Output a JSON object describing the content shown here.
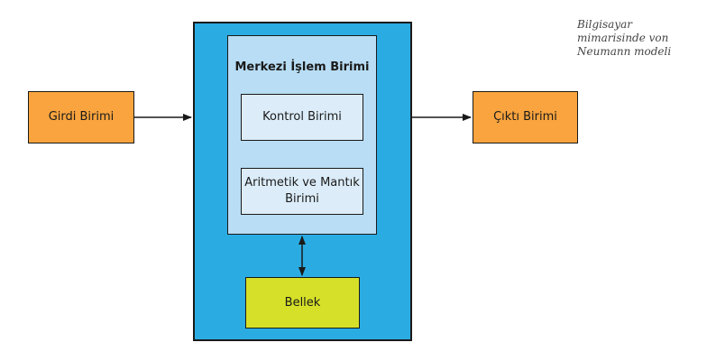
{
  "diagram": {
    "input_unit": "Girdi Birimi",
    "output_unit": "Çıktı Birimi",
    "cpu_title": "Merkezi İşlem Birimi",
    "control_unit": "Kontrol Birimi",
    "alu": "Aritmetik ve Mantık Birimi",
    "memory": "Bellek",
    "caption": "Bilgisayar mimarisinde von Neumann modeli"
  },
  "colors": {
    "unit_fill": "#f9a43e",
    "outer_fill": "#2aace3",
    "cpu_fill": "#b8ddf4",
    "inner_fill": "#dcedf9",
    "memory_fill": "#d6e029"
  }
}
